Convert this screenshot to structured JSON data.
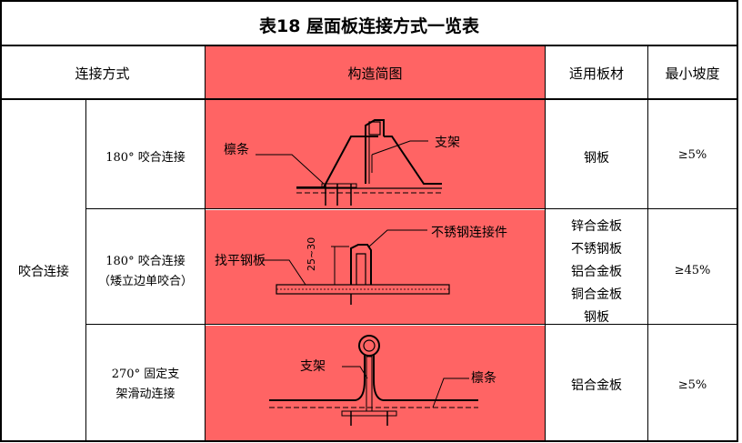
{
  "title": "表18  屋面板连接方式一览表",
  "headers": {
    "connection": "连接方式",
    "diagram": "构造简图",
    "material": "适用板材",
    "slope": "最小坡度"
  },
  "group_label": "咬合连接",
  "rows": [
    {
      "method_lines": [
        "180°  咬合连接"
      ],
      "diagram_labels": {
        "purlin": "檩条",
        "bracket": "支架"
      },
      "materials": [
        "钢板"
      ],
      "slope": "≥5%"
    },
    {
      "method_lines": [
        "180°  咬合连接",
        "（矮立边单咬合）"
      ],
      "diagram_labels": {
        "leveling_plate": "找平钢板",
        "connector": "不锈钢连接件",
        "dimension": "25~30"
      },
      "materials": [
        "锌合金板",
        "不锈钢板",
        "铝合金板",
        "铜合金板",
        "钢板"
      ],
      "slope": "≥45%"
    },
    {
      "method_lines": [
        "270°  固定支",
        "架滑动连接"
      ],
      "diagram_labels": {
        "bracket": "支架",
        "purlin": "檩条"
      },
      "materials": [
        "铝合金板"
      ],
      "slope": "≥5%"
    }
  ],
  "colors": {
    "figure_bg": "#ff6464",
    "line": "#000000"
  }
}
